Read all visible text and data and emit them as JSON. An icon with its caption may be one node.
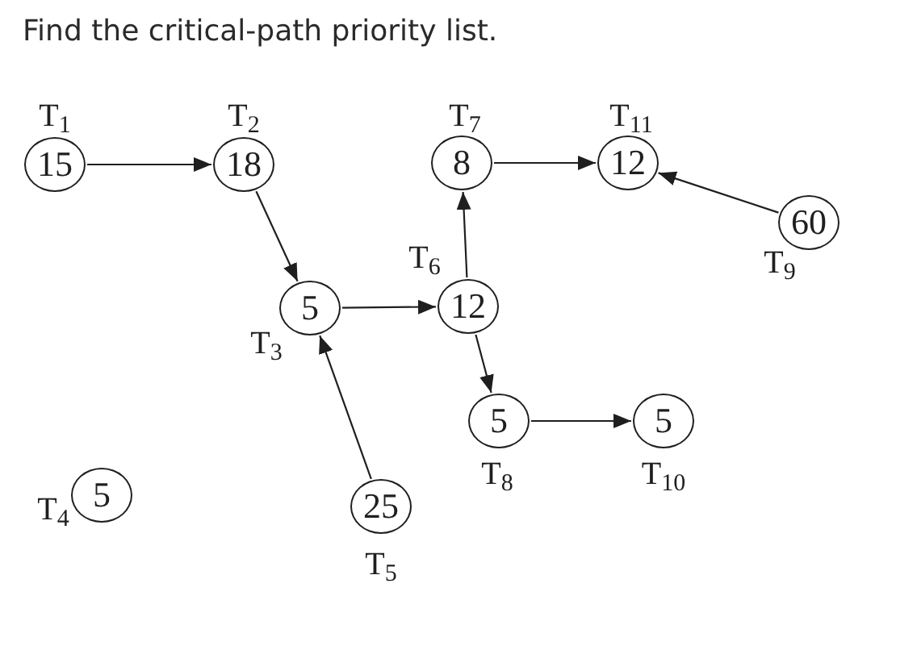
{
  "diagram": {
    "title": "Find the critical-path priority list.",
    "nodes": [
      {
        "text": [
          "15"
        ],
        "beside": [
          "T$_{1}$"
        ]
      },
      {
        "text": [
          "18"
        ],
        "beside": [
          "T$_{2}$"
        ]
      },
      {
        "text": [
          "8"
        ],
        "beside": [
          "T$_{7}$"
        ]
      },
      {
        "text": [
          "12"
        ],
        "beside": [
          "T$_{11}$"
        ]
      },
      {
        "text": [
          "60"
        ],
        "beside": [
          "T$_{9}$"
        ]
      },
      {
        "text": [
          "5"
        ],
        "beside": [
          "T$_{3}$"
        ]
      },
      {
        "text": [
          "12"
        ],
        "beside": [
          "T$_{6}$"
        ]
      },
      {
        "text": [
          "5"
        ],
        "beside": [
          "T$_{8}$"
        ]
      },
      {
        "text": [
          "5"
        ],
        "beside": [
          "T$_{10}$"
        ]
      },
      {
        "text": [
          "5"
        ],
        "beside": [
          "T$_{4}$"
        ]
      },
      {
        "text": [
          "25"
        ],
        "beside": [
          "T$_{5}$"
        ]
      }
    ],
    "edges": [
      {
        "from": 0,
        "to": 1,
        "arrow": "to"
      },
      {
        "from": 1,
        "to": 5,
        "arrow": "to"
      },
      {
        "from": 5,
        "to": 6,
        "arrow": "to"
      },
      {
        "from": 6,
        "to": 2,
        "arrow": "to"
      },
      {
        "from": 2,
        "to": 3,
        "arrow": "to"
      },
      {
        "from": 4,
        "to": 3,
        "arrow": "to"
      },
      {
        "from": 6,
        "to": 7,
        "arrow": "to"
      },
      {
        "from": 7,
        "to": 8,
        "arrow": "to"
      },
      {
        "from": 10,
        "to": 5,
        "arrow": "to"
      }
    ]
  }
}
